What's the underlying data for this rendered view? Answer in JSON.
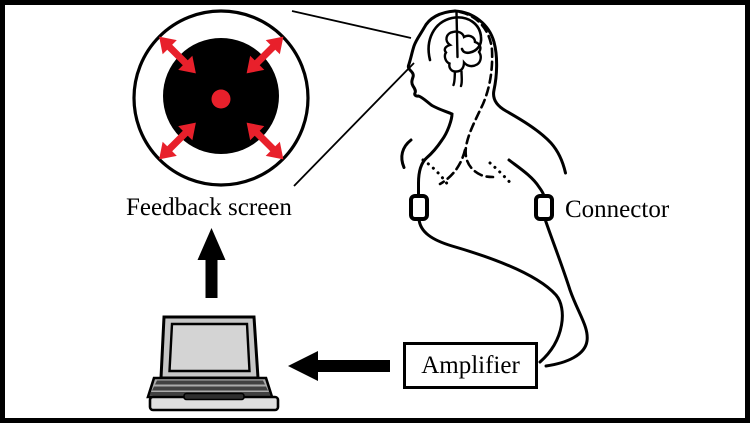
{
  "labels": {
    "feedback_screen": "Feedback screen",
    "connector": "Connector",
    "amplifier": "Amplifier"
  },
  "colors": {
    "accent_red": "#e8202b",
    "line_black": "#000000",
    "background": "#ffffff",
    "laptop_bezel": "#c6c6c6",
    "laptop_screen": "#d4d4d4",
    "laptop_deck": "#ababab",
    "laptop_keys": "#414141",
    "laptop_touchpad": "#2f2f2f",
    "laptop_base": "#dedede"
  }
}
